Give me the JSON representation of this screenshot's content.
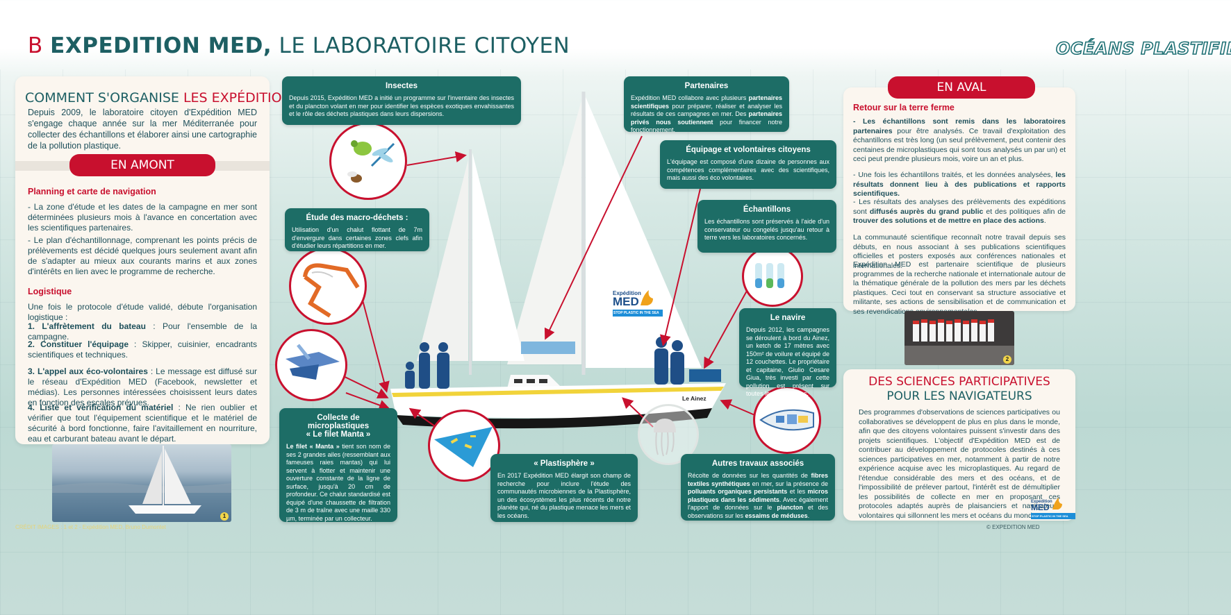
{
  "header": {
    "letter": "B",
    "title_bold": "EXPEDITION MED,",
    "title_rest": " LE LABORATOIRE CITOYEN",
    "logo": "OCÉANS PLASTIFIÉS"
  },
  "left": {
    "heading_a": "COMMENT S'ORGANISE ",
    "heading_b": "LES EXPÉDITIONS ?",
    "intro": "Depuis 2009, le laboratoire citoyen d'Expédition MED s'engage chaque année sur la mer Méditerranée pour collecter des échantillons et élaborer ainsi une cartographie de la pollution plastique.",
    "pill": "EN AMONT",
    "planning_title": "Planning et carte de navigation",
    "planning_p1": "- La zone d'étude et les dates de la campagne en mer sont déterminées plusieurs mois à l'avance en concertation avec les scientifiques partenaires.",
    "planning_p2": "- Le plan d'échantillonnage, comprenant les points précis de prélèvements est décidé quelques jours seulement avant afin de s'adapter au mieux aux courants marins et aux zones d'intérêts en lien avec le programme de recherche.",
    "logistique_title": "Logistique",
    "logistique_intro": "Une fois le protocole d'étude validé, débute l'organisation logistique :",
    "items": [
      {
        "b": "1. L'affrètement du bateau",
        "t": " : Pour l'ensemble de la campagne."
      },
      {
        "b": "2. Constituer l'équipage",
        "t": " : Skipper, cuisinier, encadrants scientifiques et techniques."
      },
      {
        "b": "3. L'appel aux éco-volontaires",
        "t": " : Le message est diffusé sur le réseau d'Expédition MED (Facebook, newsletter et médias). Les personnes intéressées choisissent leurs dates en fonction des escales prévues."
      },
      {
        "b": "4. Liste et vérification du matériel",
        "t": " : Ne rien oublier et vérifier que tout l'équipement scientifique et le matériel de sécurité à bord fonctionne, faire l'avitaillement en nourriture, eau et carburant bateau avant le départ."
      }
    ],
    "photo_num": "1",
    "credits": "CRÉDIT IMAGES : 1 et 2 - Expédition MED, Bruno Dumontet"
  },
  "center": {
    "insectes": {
      "title": "Insectes",
      "text": "Depuis 2015, Expédition MED a initié un programme sur l'inventaire des insectes et du plancton volant en mer pour identifier les espèces exotiques envahissantes et le rôle des déchets plastiques dans leurs dispersions."
    },
    "macro": {
      "title": "Étude des macro-déchets :",
      "text": "Utilisation d'un chalut flottant de 7m d'envergure dans certaines zones clefs afin d'étudier leurs répartitions en mer."
    },
    "collecte": {
      "title1": "Collecte de microplastiques",
      "title2": "« Le filet Manta »",
      "b": "Le filet « Manta »",
      "text": " tient son nom de ses 2 grandes ailes (ressemblant aux fameuses raies mantas) qui lui servent à flotter et maintenir une ouverture constante de la ligne de surface, jusqu'à 20 cm de profondeur. Ce chalut standardisé est équipé d'une chaussette de filtration de 3 m de traîne avec une maille 330 µm, terminée par un collecteur."
    },
    "plastisphere": {
      "title": "« Plastisphère »",
      "text": "En 2017 Expédition MED élargit son champ de recherche pour inclure l'étude des communautés microbiennes de la Plastisphère, un des écosystèmes les plus récents de notre planète qui, né du plastique menace les mers et les océans."
    },
    "partenaires": {
      "title": "Partenaires",
      "t1": "Expédition MED collabore avec plusieurs ",
      "b1": "partenaires scientifiques",
      "t2": " pour préparer, réaliser et analyser les résultats de ces campagnes en mer. Des ",
      "b2": "partenaires privés nous soutiennent",
      "t3": " pour financer notre fonctionnement."
    },
    "equipage": {
      "title": "Équipage et volontaires citoyens",
      "text": "L'équipage est composé d'une dizaine de personnes aux compétences complémentaires avec des scientifiques, mais aussi des éco volontaires."
    },
    "echantillons": {
      "title": "Échantillons",
      "text": "Les échantillons sont préservés à l'aide d'un conservateur ou congelés jusqu'au retour à terre vers les laboratoires concernés."
    },
    "navire": {
      "title": "Le navire",
      "text": "Depuis 2012, les campagnes se déroulent à bord du Ainez, un ketch de 17 mètres avec 150m² de voilure et équipé de 12 couchettes. Le propriétaire et capitaine, Giulio Cesare Giua, très investi par cette pollution est présent sur toutes les campagnes."
    },
    "autres": {
      "title": "Autres travaux associés",
      "t1": "Récolte de données sur les quantités de ",
      "b1": "fibres textiles synthétiques",
      "t2": " en mer, sur la présence de ",
      "b2": "polluants organiques persistants",
      "t3": " et les ",
      "b3": "micros plastiques dans les sédiments",
      "t4": ". Avec également l'apport de données sur le ",
      "b4": "plancton",
      "t5": " et des observations sur les ",
      "b5": "essaims de méduses",
      "t6": "."
    },
    "boat_name": "Le Ainez",
    "logo_line1": "Expédition",
    "logo_line2": "MED",
    "logo_banner": "STOP PLASTIC IN THE SEA"
  },
  "right": {
    "pill": "EN AVAL",
    "retour_title": "Retour sur la terre ferme",
    "p1_b": "- Les échantillons sont remis dans les laboratoires partenaires",
    "p1_t": " pour être analysés. Ce travail d'exploitation des échantillons est très long (un seul prélèvement, peut contenir des centaines de microplastiques qui sont tous analysés un par un) et ceci peut prendre plusieurs mois, voire un an et plus.",
    "p2_t": "- Une fois les échantillons traités, et les données analysées, ",
    "p2_b": "les résultats donnent lieu à des publications et rapports scientifiques.",
    "p3_t1": "- Les résultats des analyses des prélèvements des expéditions sont ",
    "p3_b1": "diffusés auprès du grand public",
    "p3_t2": " et des politiques afin de ",
    "p3_b2": "trouver des solutions et de mettre en place des actions",
    "p3_t3": ".",
    "p4": "La communauté scientifique reconnaît notre travail depuis ses débuts, en nous associant à ses publications scientifiques officielles et posters exposés aux conférences nationales et internationales.",
    "p5": "Expédition MED est partenaire scientifique de plusieurs programmes de la recherche nationale et internationale autour de la thématique générale de la pollution des mers par les déchets plastiques. Ceci tout en conservant sa structure associative et militante, ses actions de sensibilisation et de communication et ses revendications environnementales.",
    "photo_num": "2",
    "sciences_h1": "DES SCIENCES PARTICIPATIVES",
    "sciences_h2": "POUR LES NAVIGATEURS",
    "sciences_p": "Des programmes d'observations de sciences participatives ou collaboratives se développent de plus en plus dans le monde, afin que des citoyens volontaires puissent s'investir dans des projets scientifiques. L'objectif d'Expédition MED est de contribuer au développement de protocoles destinés à ces sciences participatives en mer, notamment à partir de notre expérience acquise avec les microplastiques. Au regard de l'étendue considérable des mers et des océans, et de l'impossibilité de prélever partout, l'intérêt est de démultiplier les possibilités de collecte en mer en proposant ces protocoles adaptés auprès de plaisanciers et navigateurs volontaires qui sillonnent les mers et océans du monde.",
    "copyright": "© EXPEDITION MED",
    "logo_line1": "Expédition",
    "logo_line2": "MED",
    "logo_banner": "STOP PLASTIC IN THE SEA"
  },
  "colors": {
    "accent_red": "#c8102e",
    "teal": "#1d6d66",
    "cream": "#fbf6ef"
  }
}
